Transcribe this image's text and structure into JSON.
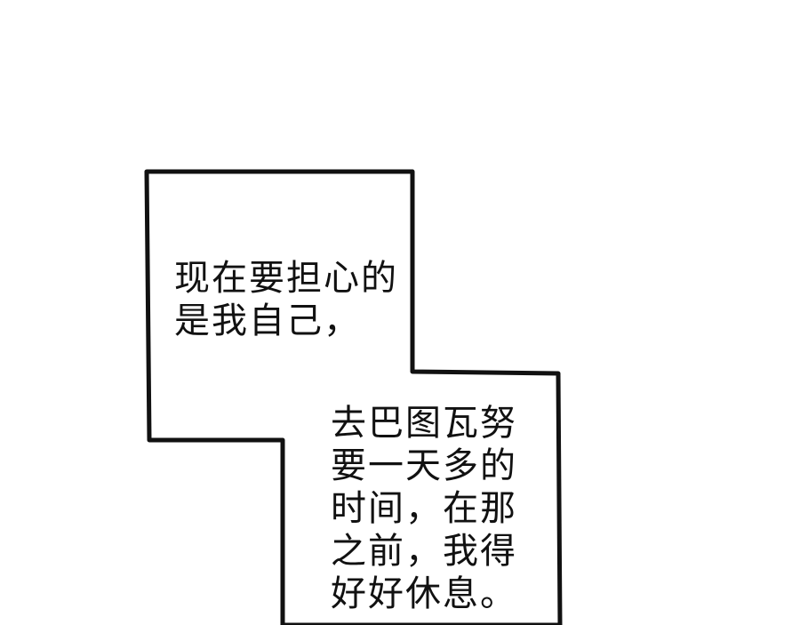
{
  "speech_bubble": {
    "first_text": {
      "lines": [
        "现在要担心的",
        "是我自己，"
      ]
    },
    "second_text": {
      "lines": [
        "去巴图瓦努",
        "要一天多的",
        "时间，在那",
        "之前，我得",
        "好好休息。"
      ]
    }
  },
  "colors": {
    "background": "#ffffff",
    "outline": "#111111",
    "text": "#111111"
  }
}
